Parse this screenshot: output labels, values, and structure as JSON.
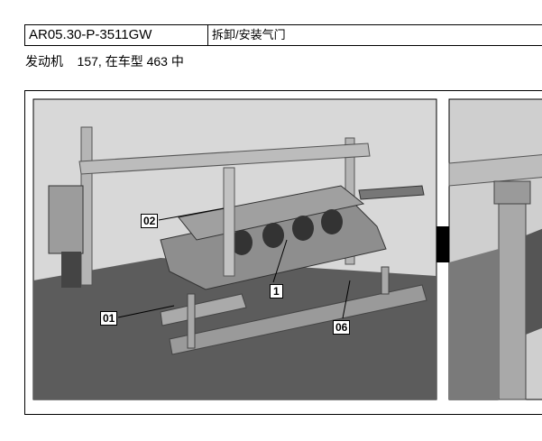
{
  "header": {
    "code": "AR05.30-P-3511GW",
    "title": "拆卸/安装气门"
  },
  "subtitle": "发动机    157, 在车型 463 中",
  "figure": {
    "callouts": [
      {
        "id": "c02",
        "label": "02"
      },
      {
        "id": "c1",
        "label": "1"
      },
      {
        "id": "c01",
        "label": "01"
      },
      {
        "id": "c06",
        "label": "06"
      }
    ],
    "colors": {
      "bg": "#d9d9d9",
      "table": "#5a5a5a",
      "frame": "#b8b8b8",
      "arrow": "#000000"
    }
  }
}
